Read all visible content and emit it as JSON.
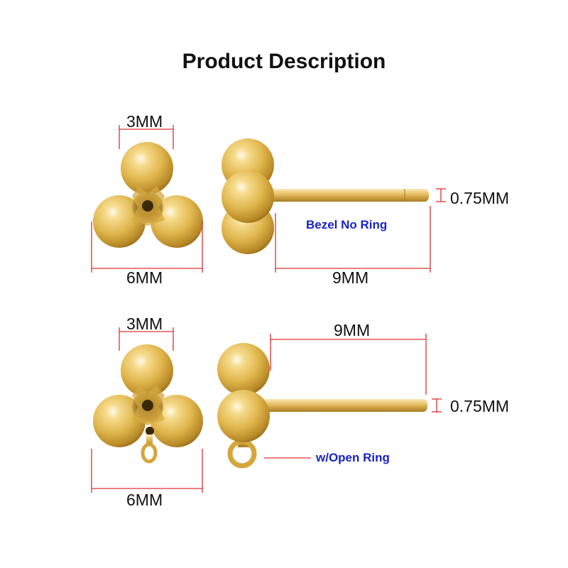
{
  "title": "Product Description",
  "colors": {
    "dimension_line": "#e03030",
    "note_text": "#1a22c8",
    "gold": "#e0b54c"
  },
  "variants": [
    {
      "ball_diameter": "3MM",
      "width": "6MM",
      "post_length": "9MM",
      "post_diameter": "0.75MM",
      "label": "Bezel No Ring"
    },
    {
      "ball_diameter": "3MM",
      "width": "6MM",
      "post_length": "9MM",
      "post_diameter": "0.75MM",
      "label": "w/Open Ring"
    }
  ]
}
